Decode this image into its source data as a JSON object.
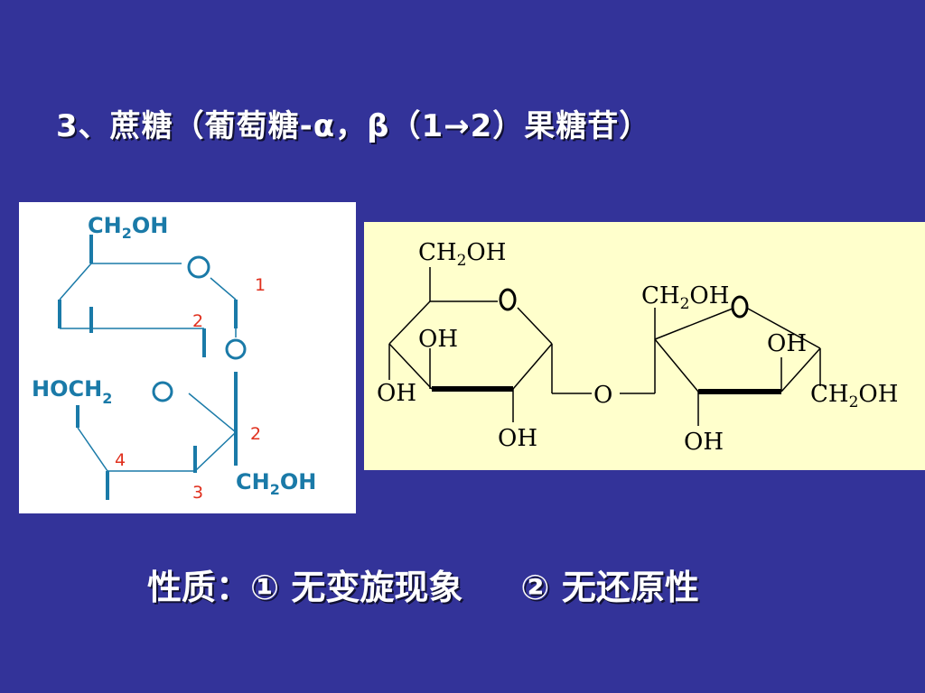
{
  "slide": {
    "title": "3、蔗糖（葡萄糖-α，β（1→2）果糖苷）",
    "properties": {
      "label": "性质：",
      "item1": "① 无变旋现象",
      "item2": "② 无还原性"
    }
  },
  "left_structure": {
    "labels": {
      "ch2oh_top": [
        "CH",
        "2",
        "OH"
      ],
      "hoch2": [
        "HOCH",
        "2"
      ],
      "ch2oh_bottom": [
        "CH",
        "2",
        "OH"
      ],
      "ring_o": "O",
      "bridge_o": "O",
      "lower_ring_o": "O"
    },
    "numbers": {
      "n1": "1",
      "n2_top": "2",
      "n2_right": "2",
      "n3": "3",
      "n4": "4"
    }
  },
  "right_structure": {
    "labels": {
      "ch2oh_pyranose": [
        "CH",
        "2",
        "OH"
      ],
      "ring_o_pyranose": "O",
      "oh_inner": "OH",
      "oh_left": "OH",
      "oh_bottom": "OH",
      "glycosidic_o": "O",
      "ch2oh_furanose": [
        "CH",
        "2",
        "OH"
      ],
      "ring_o_furanose": "O",
      "oh_furanose_right": "OH",
      "ch2oh_right": [
        "CH",
        "2",
        "OH"
      ],
      "oh_furanose_bottom": "OH"
    }
  },
  "colors": {
    "background": "#333399",
    "left_panel": "#ffffff",
    "right_panel": "#ffffcc",
    "structure_line": "#1a7aa8",
    "number_color": "#e0301e"
  }
}
